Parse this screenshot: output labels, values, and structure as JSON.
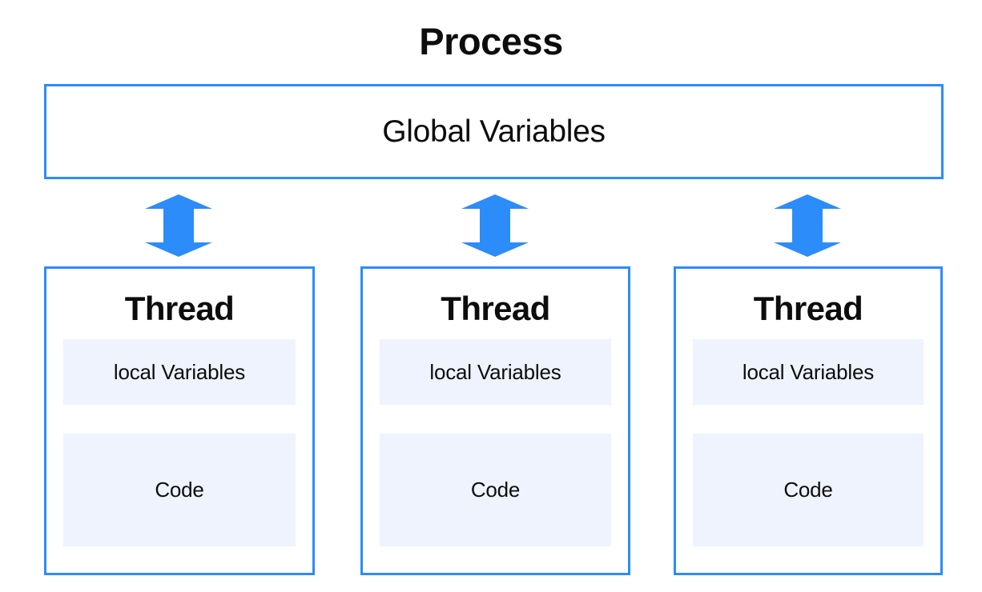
{
  "diagram": {
    "title": "Process",
    "colors": {
      "border_blue": "#2b8cfa",
      "arrow_blue": "#2b8cfa",
      "panel_fill": "#eff3fd",
      "background": "#ffffff",
      "text": "#0d0d0d"
    },
    "global_section": {
      "label": "Global Variables"
    },
    "connectors": [
      {
        "icon": "double-headed-vertical-arrow-icon",
        "direction": "up-down"
      },
      {
        "icon": "double-headed-vertical-arrow-icon",
        "direction": "up-down"
      },
      {
        "icon": "double-headed-vertical-arrow-icon",
        "direction": "up-down"
      }
    ],
    "threads": [
      {
        "title": "Thread",
        "local_variables_label": "local Variables",
        "code_label": "Code"
      },
      {
        "title": "Thread",
        "local_variables_label": "local Variables",
        "code_label": "Code"
      },
      {
        "title": "Thread",
        "local_variables_label": "local Variables",
        "code_label": "Code"
      }
    ]
  }
}
